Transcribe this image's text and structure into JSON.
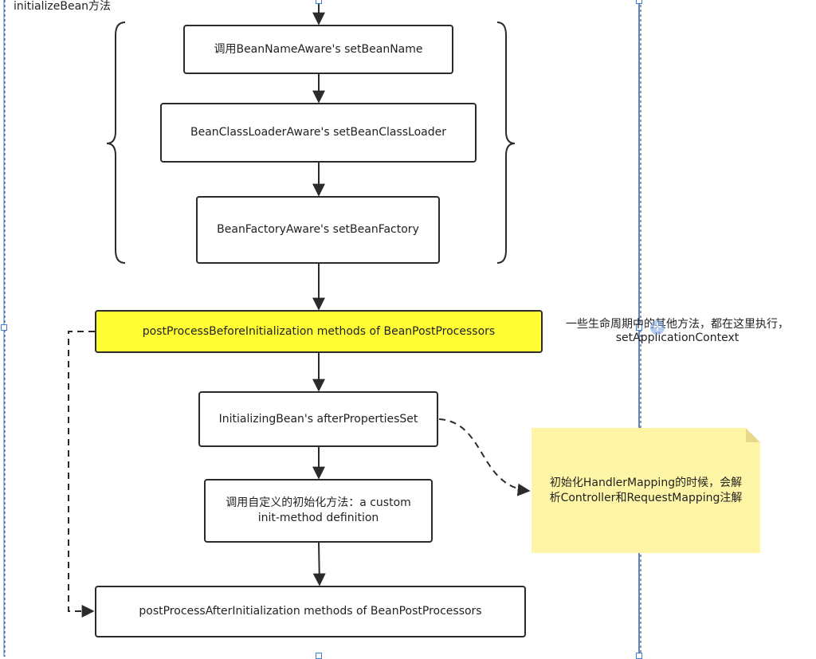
{
  "frame": {
    "label": "initializeBean方法"
  },
  "nodes": {
    "set_bean_name": "调用BeanNameAware's setBeanName",
    "set_bean_class_loader": "BeanClassLoaderAware's setBeanClassLoader",
    "set_bean_factory": "BeanFactoryAware's setBeanFactory",
    "post_process_before": "postProcessBeforeInitialization methods of BeanPostProcessors",
    "after_properties_set": "InitializingBean's afterPropertiesSet",
    "custom_init_line1": "调用自定义的初始化方法：a custom",
    "custom_init_line2": "init-method definition",
    "post_process_after": "postProcessAfterInitialization methods of BeanPostProcessors"
  },
  "side_text": {
    "line1": "一些生命周期中的其他方法，都在这里执行，",
    "line2": "setApplicationContext"
  },
  "note": {
    "line1": "初始化HandlerMapping的时候，会解",
    "line2": "析Controller和RequestMapping注解"
  },
  "colors": {
    "highlight": "#ffff33",
    "note": "#fff5a6",
    "stroke": "#2b2b2b",
    "selection": "#3b7ddd"
  }
}
